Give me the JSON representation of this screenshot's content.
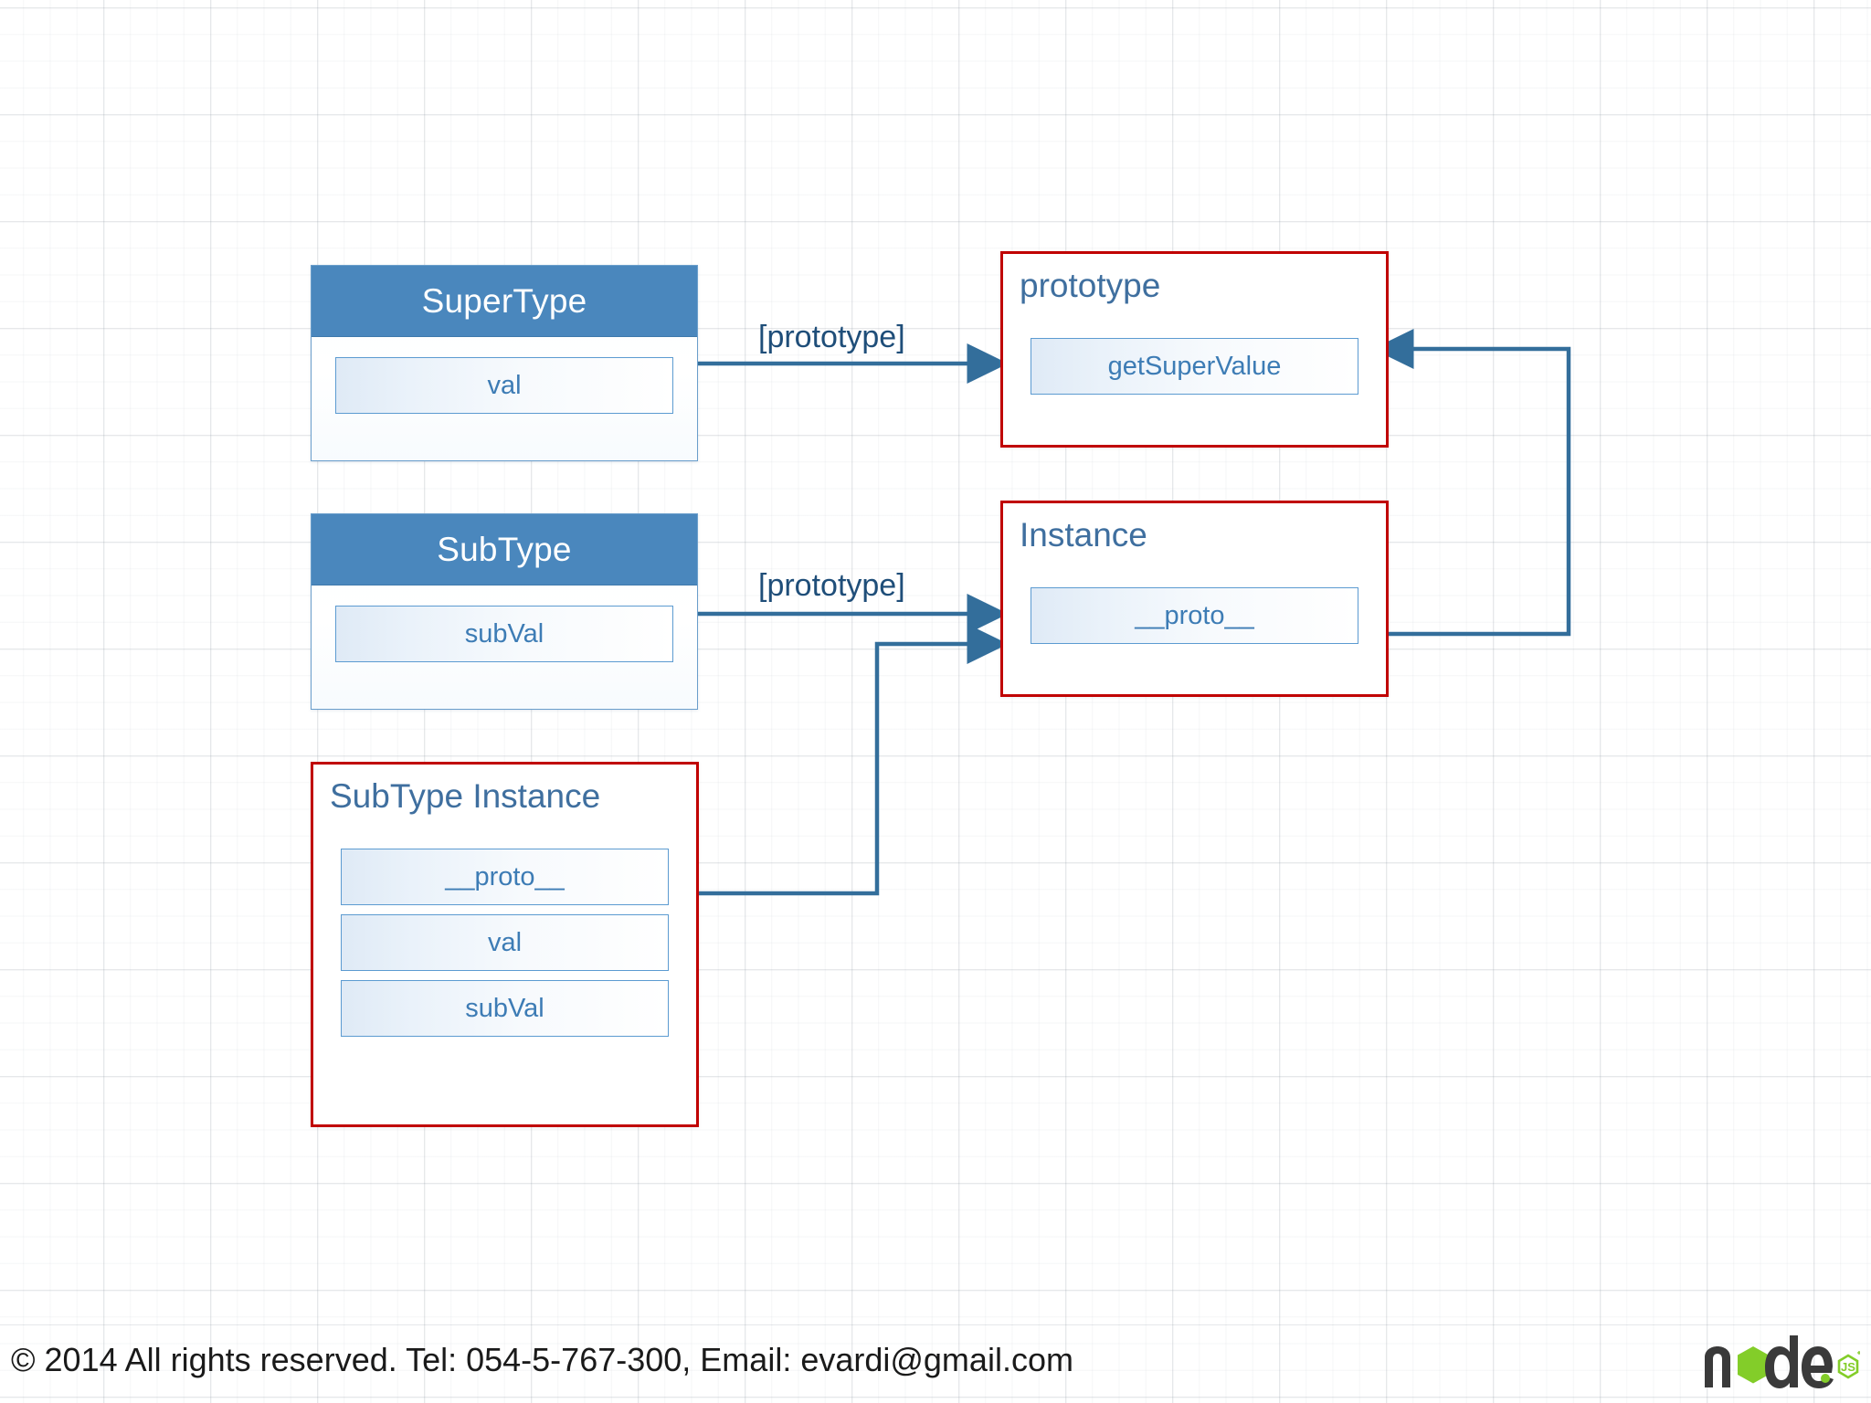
{
  "diagram": {
    "title": "JavaScript prototype chain inheritance diagram",
    "colors": {
      "header_blue": "#4A87BD",
      "outline_red": "#C00000",
      "field_blue": "#5C9BD1",
      "text_blue": "#3D7CB5",
      "title_blue": "#3F6F9F",
      "connector_blue": "#336E9B"
    },
    "boxes": [
      {
        "id": "supertype",
        "kind": "class",
        "title": "SuperType",
        "fields": [
          "val"
        ]
      },
      {
        "id": "subtype",
        "kind": "class",
        "title": "SubType",
        "fields": [
          "subVal"
        ]
      },
      {
        "id": "subtype-instance",
        "kind": "red",
        "title": "SubType Instance",
        "fields": [
          "__proto__",
          "val",
          "subVal"
        ]
      },
      {
        "id": "prototype",
        "kind": "red",
        "title": "prototype",
        "fields": [
          "getSuperValue"
        ]
      },
      {
        "id": "instance",
        "kind": "red",
        "title": "Instance",
        "fields": [
          "__proto__"
        ]
      }
    ],
    "edges": [
      {
        "id": "supertype-to-prototype",
        "label": "[prototype]",
        "from": "supertype",
        "to": "prototype"
      },
      {
        "id": "subtype-to-instance",
        "label": "[prototype]",
        "from": "subtype",
        "to": "instance"
      },
      {
        "id": "subtype-instance-proto-to-instance",
        "label": "",
        "from": "subtype-instance.__proto__",
        "to": "instance"
      },
      {
        "id": "instance-proto-to-prototype",
        "label": "",
        "from": "instance.__proto__",
        "to": "prototype"
      }
    ]
  },
  "footer": {
    "copyright": "© 2014 All rights reserved. Tel: 054-5-767-300, Email: evardi@gmail.com",
    "logo": {
      "name": "nodejs-logo",
      "wordmark": "node",
      "badge": "JS"
    }
  }
}
